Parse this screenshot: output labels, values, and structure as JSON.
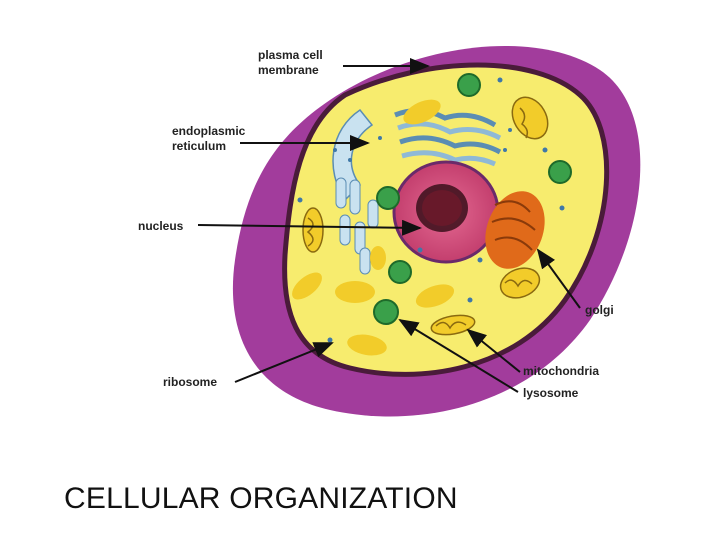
{
  "diagram": {
    "labels": {
      "plasma_cell_membrane_line1": "plasma cell",
      "plasma_cell_membrane_line2": "membrane",
      "endoplasmic_reticulum_line1": "endoplasmic",
      "endoplasmic_reticulum_line2": "reticulum",
      "nucleus": "nucleus",
      "golgi": "golgi",
      "ribosome": "ribosome",
      "mitochondria": "mitochondria",
      "lysosome": "lysosome"
    },
    "colors": {
      "cell_wall_purple": "#a23c9c",
      "cytoplasm_yellow": "#f7ec6e",
      "membrane_dark": "#4a1b3a",
      "er_blue": "#8fb9d6",
      "nucleus_pink": "#d04a7a",
      "golgi_orange": "#e06a1a",
      "organelle_yellow": "#f2cc2a",
      "lysosome_green": "#3aa04a"
    }
  },
  "caption": "CELLULAR ORGANIZATION"
}
